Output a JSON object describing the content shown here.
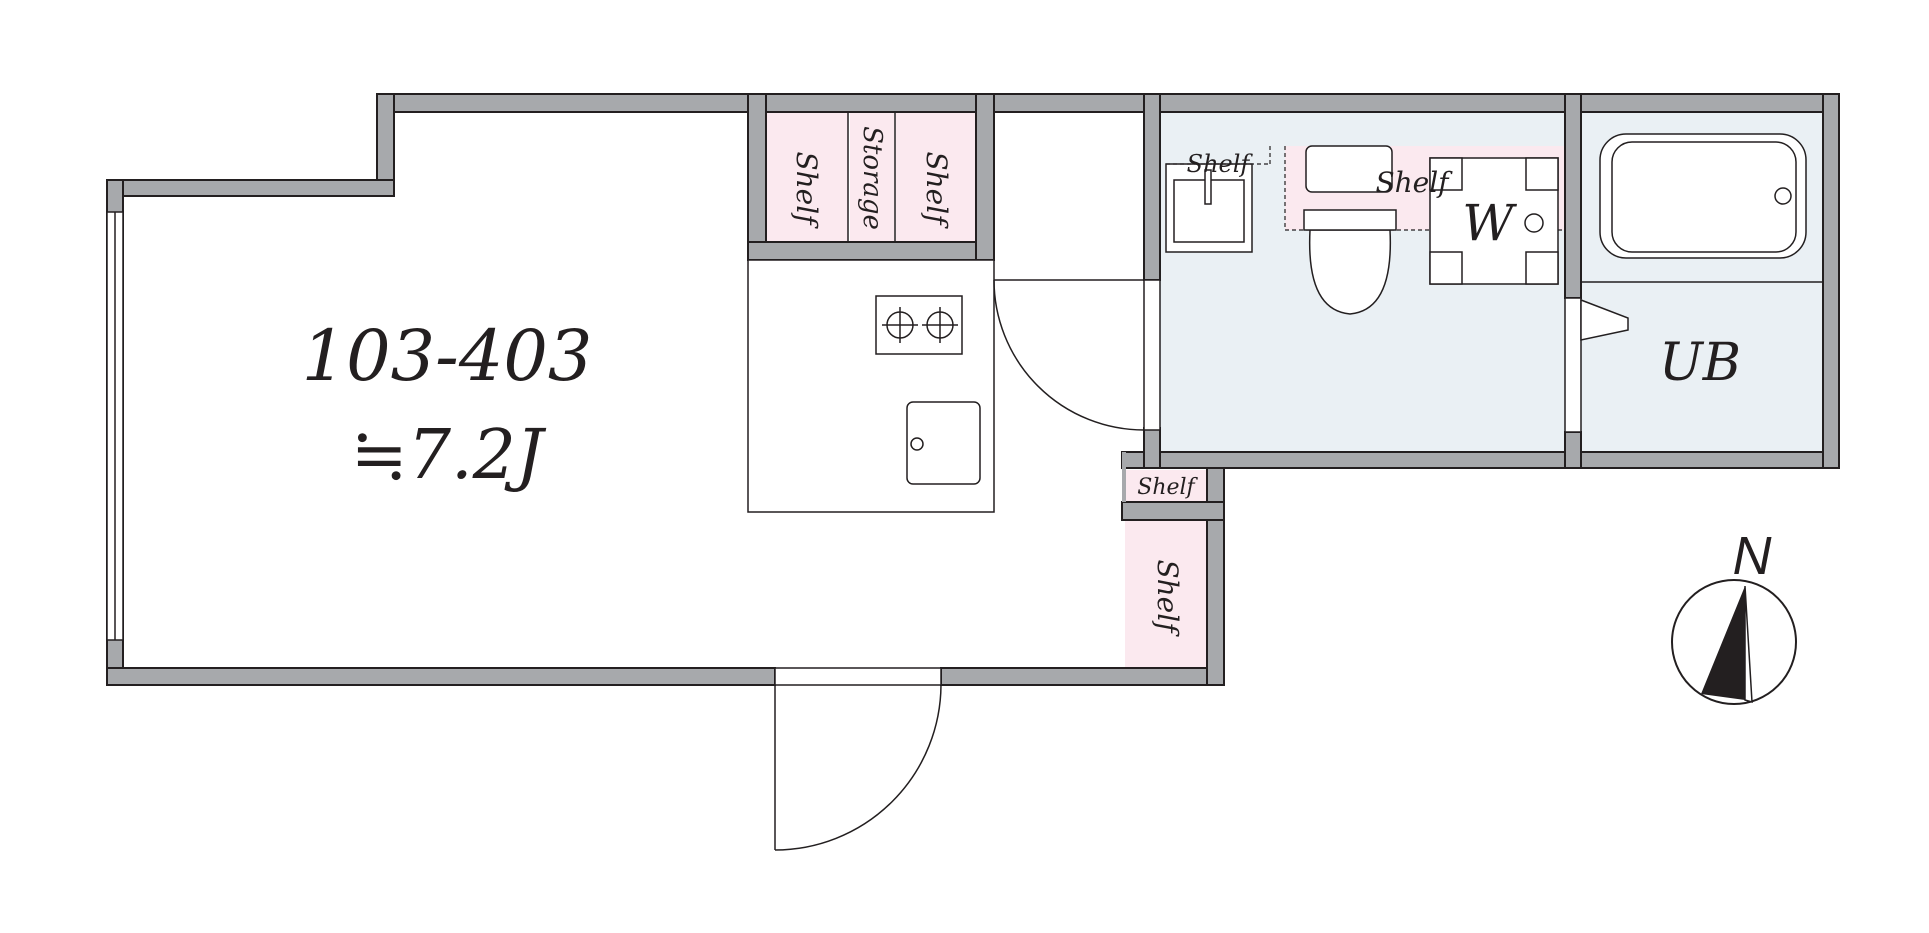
{
  "unit": {
    "number": "103-403",
    "area": "≒7.2J"
  },
  "labels": {
    "closet_shelf_left": "Shelf",
    "closet_storage": "Storage",
    "closet_shelf_right": "Shelf",
    "sink_shelf": "Shelf",
    "laundry_shelf": "Shelf",
    "washer": "W",
    "bath": "UB",
    "entry_shelf_small": "Shelf",
    "entry_shelf_tall": "Shelf"
  },
  "compass": {
    "north": "N"
  },
  "colors": {
    "wall": "#a7a9ac",
    "line": "#231f20",
    "wet_area": "#eaf0f4",
    "storage": "#fbe9ef"
  }
}
